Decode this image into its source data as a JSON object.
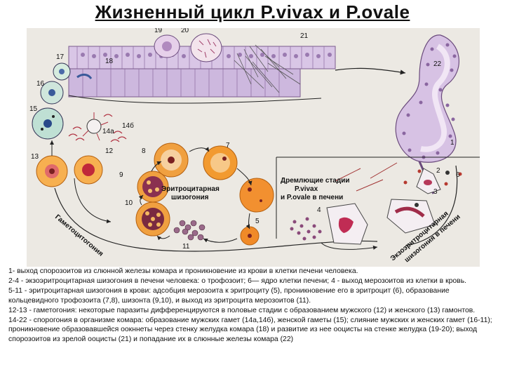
{
  "title": "Жизненный цикл P.vivax и P.ovale",
  "diagram": {
    "labels": {
      "erythro": [
        "Эритроцитарная",
        "шизогония"
      ],
      "gameto": "Гаметоцитогония",
      "dormant": [
        "Дремлющие стадии",
        "P.vivax",
        "и P.ovale в печени"
      ],
      "exo": [
        "Экзоэритроцитарная",
        "шизогония в печени"
      ]
    },
    "numbers": [
      "1",
      "2",
      "3",
      "4",
      "5",
      "6",
      "7",
      "8",
      "9",
      "10",
      "11",
      "12",
      "13",
      "14а",
      "14б",
      "15",
      "16",
      "17",
      "18",
      "19",
      "20",
      "21",
      "22"
    ]
  },
  "caption": [
    "1- выход спорозоитов из слюнной железы комара и проникновение из крови в клетки печени человека.",
    "2-4 - экзоэритроцитарная шизогония в печени человека: о трофозоит; 6— ядро клетки печени; 4 - выход мерозоитов из клетки в кровь.",
    "5-11 - эритроцитарная шизогония в крови: адсобция мерозоита к эритроциту (5), проникновение его в эритроцит (6), образование кольцевидного трофозоита (7,8), шизонта (9,10), и выход из эритроцита мерозоитов (11).",
    "12-13 - гаметогония: некоторые паразиты дифференцируются в половые стадии с образованием мужского (12) и женского (13) гамонтов.",
    "14-22 - спорогония в организме комара: образование мужских гамет (14а,14б), женской гаметы (15); слияние мужских и женских гамет (16-11); проникновение образовавшейся оокннеты через стенку желудка комара (18) и развитие из нее ооцисты на стенке желудка (19-20); выход спорозоитов из зрелой ооцисты (21) и попадание их в слюнные железы комара (22)"
  ]
}
